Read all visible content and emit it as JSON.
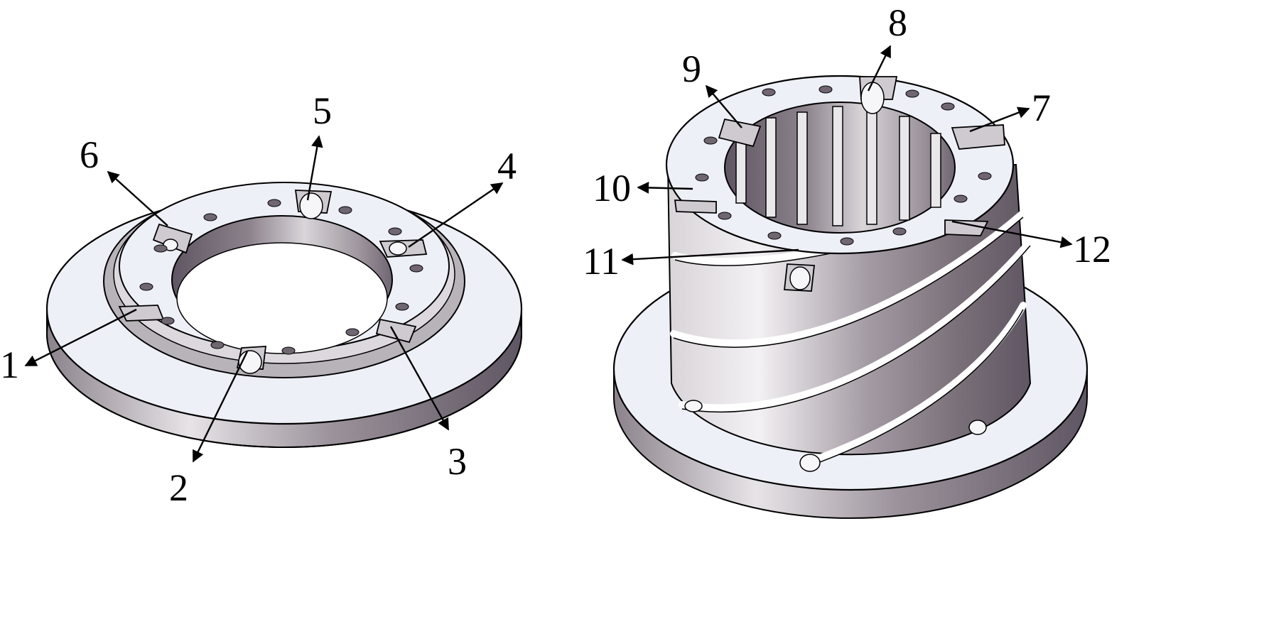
{
  "figure": {
    "left_part": {
      "callouts": [
        {
          "id": "1",
          "label": "1"
        },
        {
          "id": "2",
          "label": "2"
        },
        {
          "id": "3",
          "label": "3"
        },
        {
          "id": "4",
          "label": "4"
        },
        {
          "id": "5",
          "label": "5"
        },
        {
          "id": "6",
          "label": "6"
        }
      ]
    },
    "right_part": {
      "callouts": [
        {
          "id": "7",
          "label": "7"
        },
        {
          "id": "8",
          "label": "8"
        },
        {
          "id": "9",
          "label": "9"
        },
        {
          "id": "10",
          "label": "10"
        },
        {
          "id": "11",
          "label": "11"
        },
        {
          "id": "12",
          "label": "12"
        }
      ]
    },
    "colors": {
      "face": "#eef0f7",
      "body_dark": "#6f6672",
      "body_mid": "#a39aa3",
      "body_light": "#dcd8dc",
      "line": "#000000"
    }
  }
}
